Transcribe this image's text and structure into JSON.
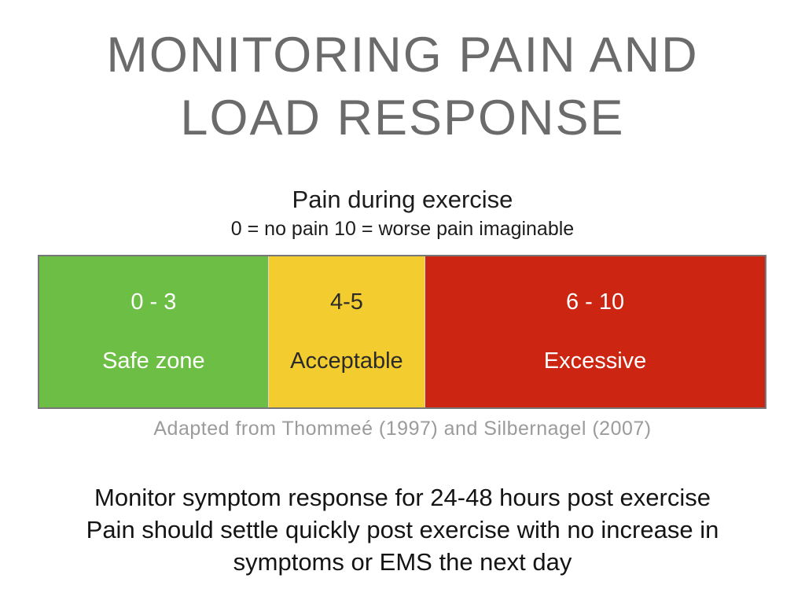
{
  "slide": {
    "title_line1": "MONITORING PAIN AND",
    "title_line2": "LOAD RESPONSE",
    "subtitle": "Pain during exercise",
    "scale_caption": "0 = no pain 10 = worse pain imaginable",
    "pain_scale": {
      "zones": [
        {
          "range": "0 - 3",
          "label": "Safe zone",
          "color": "#6cbe45",
          "text_color": "#ffffff",
          "width_pct": 31.5
        },
        {
          "range": "4-5",
          "label": "Acceptable",
          "color": "#f3cc2f",
          "text_color": "#2b2b2b",
          "width_pct": 21.6
        },
        {
          "range": "6 - 10",
          "label": "Excessive",
          "color": "#cc2512",
          "text_color": "#ffffff",
          "width_pct": 46.9
        }
      ],
      "border_color": "#777777"
    },
    "attribution": "Adapted from Thommeé (1997) and Silbernagel (2007)",
    "footer_line1": "Monitor symptom response for 24-48 hours post exercise",
    "footer_line2": "Pain should settle quickly post exercise with no increase in",
    "footer_line3": "symptoms or EMS the next day"
  }
}
